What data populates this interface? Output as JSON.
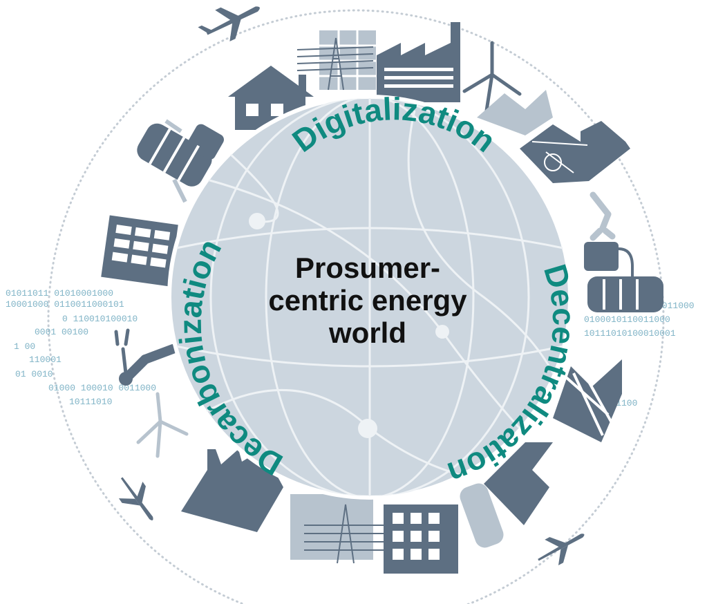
{
  "center": {
    "line1": "Prosumer-",
    "line2": "centric energy",
    "line3": "world"
  },
  "ring_labels": {
    "top": "Digitalization",
    "left": "Decarbonization",
    "right": "Decentralization"
  },
  "binary_left": [
    "01011011 01010001000",
    "10001000 0110011000101",
    "0 110010100010",
    "0001 00100",
    "1 00",
    "110001",
    "01 0010",
    "01000 100010 0011000",
    "10111010"
  ],
  "binary_right": [
    "0011000",
    "0100010110011000",
    "10111010100010001",
    "11001100"
  ],
  "colors": {
    "icon_dark": "#5d6f82",
    "icon_light": "#b7c3ce",
    "globe": "#ccd6df",
    "globe_line": "#eef2f5",
    "accent_text": "#0f8a80",
    "binary": "#7fb3c6"
  },
  "icons": [
    "airplane-icon",
    "house-icon",
    "power-pylon-icon",
    "factory-icon",
    "wind-turbine-icon",
    "industrial-plant-icon",
    "robot-arm-icon",
    "gas-tank-icon",
    "solar-panel-icon",
    "office-building-icon",
    "data-center-icon"
  ]
}
